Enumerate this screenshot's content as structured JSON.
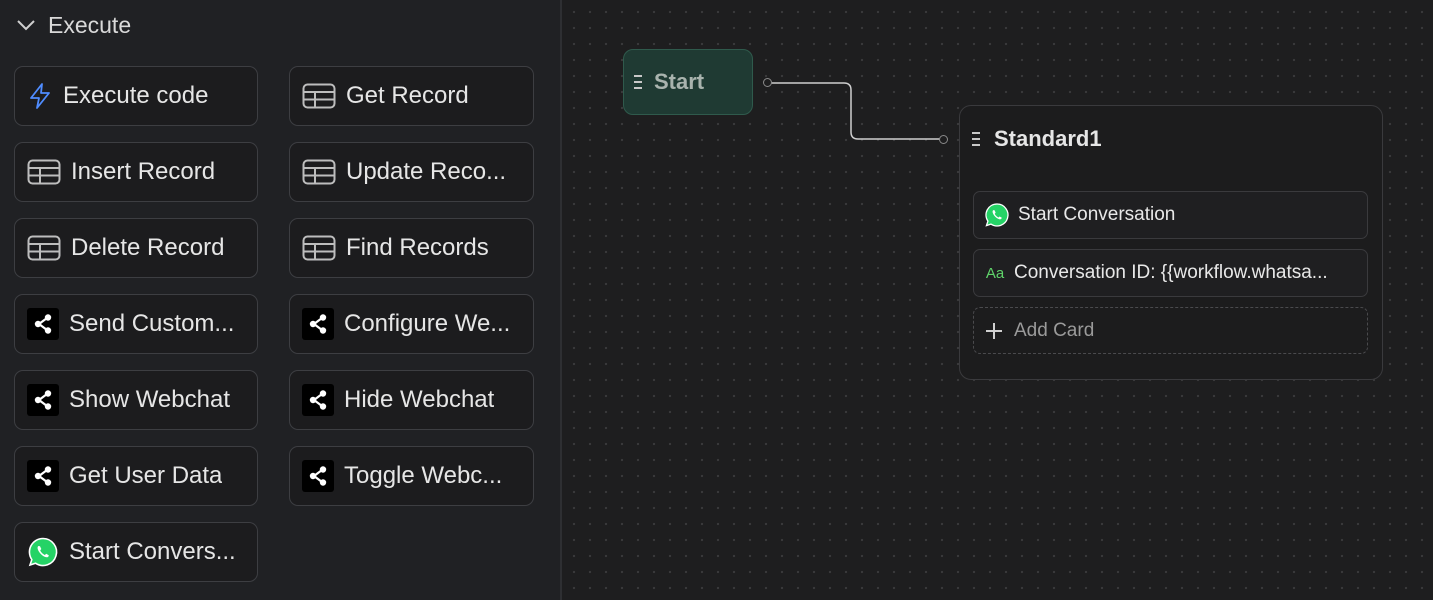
{
  "sidebar": {
    "section_title": "Execute",
    "blocks": [
      {
        "label": "Execute code",
        "icon": "lightning-icon"
      },
      {
        "label": "Get Record",
        "icon": "table-icon"
      },
      {
        "label": "Insert Record",
        "icon": "table-icon"
      },
      {
        "label": "Update Reco...",
        "icon": "table-icon"
      },
      {
        "label": "Delete Record",
        "icon": "table-icon"
      },
      {
        "label": "Find Records",
        "icon": "table-icon"
      },
      {
        "label": "Send Custom...",
        "icon": "share-icon"
      },
      {
        "label": "Configure We...",
        "icon": "share-icon"
      },
      {
        "label": "Show Webchat",
        "icon": "share-icon"
      },
      {
        "label": "Hide Webchat",
        "icon": "share-icon"
      },
      {
        "label": "Get User Data",
        "icon": "share-icon"
      },
      {
        "label": "Toggle Webc...",
        "icon": "share-icon"
      },
      {
        "label": "Start Convers...",
        "icon": "whatsapp-icon"
      }
    ]
  },
  "canvas": {
    "start_node": {
      "label": "Start"
    },
    "standard_node": {
      "title": "Standard1",
      "cards": [
        {
          "label": "Start Conversation",
          "icon": "whatsapp-icon"
        },
        {
          "label": "Conversation ID: {{workflow.whatsa...",
          "icon_text": "Aa"
        }
      ],
      "add_card_label": "Add Card"
    }
  },
  "colors": {
    "sidebar_bg": "#202124",
    "canvas_bg": "#1e1e1f",
    "start_node_bg": "#1f3a33",
    "lightning_icon": "#4f8cff",
    "whatsapp_green": "#25d366"
  }
}
